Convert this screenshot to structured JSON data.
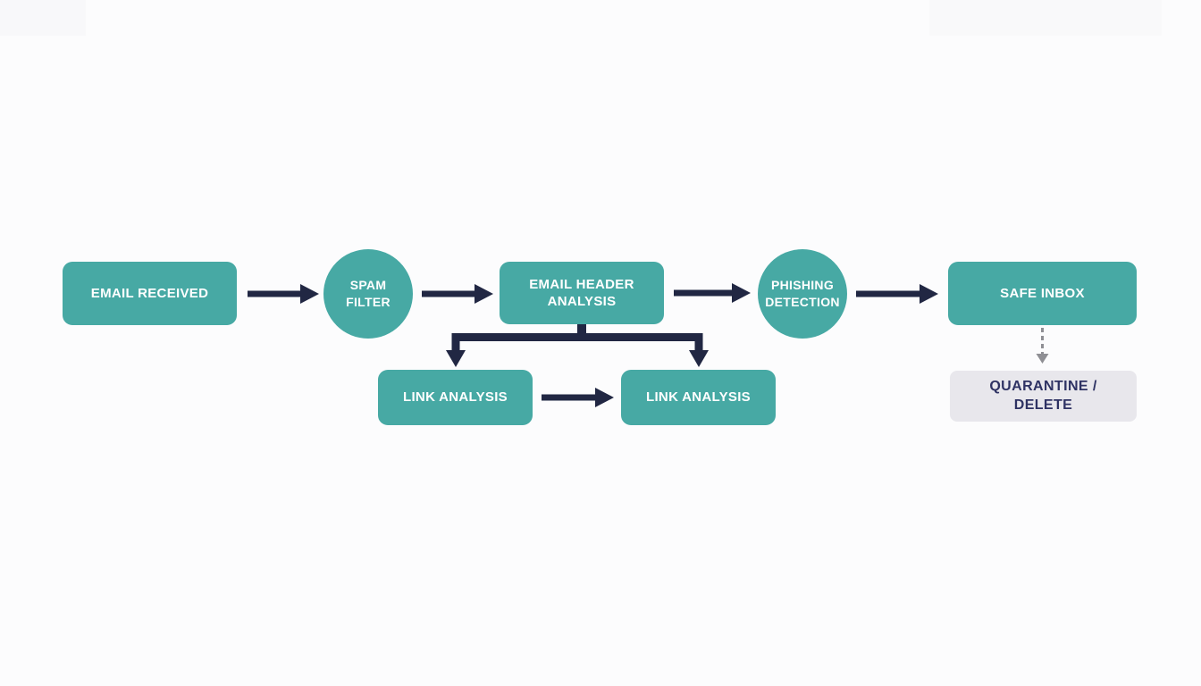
{
  "diagram": {
    "type": "flowchart",
    "topic": "email security filtering pipeline",
    "nodes": {
      "email_received": {
        "label": "EMAIL RECEIVED",
        "shape": "rounded-rect",
        "fill": "#47a9a4",
        "text_color": "#ffffff"
      },
      "spam_filter": {
        "label": "SPAM FILTER",
        "shape": "circle",
        "fill": "#47a9a4",
        "text_color": "#ffffff"
      },
      "email_header_analysis": {
        "label": "EMAIL HEADER ANALYSIS",
        "shape": "rounded-rect",
        "fill": "#47a9a4",
        "text_color": "#ffffff"
      },
      "phishing_detection": {
        "label": "PHISHING DETECTION",
        "shape": "circle",
        "fill": "#47a9a4",
        "text_color": "#ffffff"
      },
      "safe_inbox": {
        "label": "SAFE INBOX",
        "shape": "rounded-rect",
        "fill": "#47a9a4",
        "text_color": "#ffffff"
      },
      "link_analysis_left": {
        "label": "LINK ANALYSIS",
        "shape": "rounded-rect",
        "fill": "#47a9a4",
        "text_color": "#ffffff"
      },
      "link_analysis_right": {
        "label": "LINK ANALYSIS",
        "shape": "rounded-rect",
        "fill": "#47a9a4",
        "text_color": "#ffffff"
      },
      "quarantine_delete": {
        "label": "QUARANTINE / DELETE",
        "shape": "rounded-rect",
        "fill": "#e8e7ec",
        "text_color": "#2e3263"
      }
    },
    "edges": [
      {
        "from": "email_received",
        "to": "spam_filter",
        "style": "solid-arrow",
        "color": "#212743"
      },
      {
        "from": "spam_filter",
        "to": "email_header_analysis",
        "style": "solid-arrow",
        "color": "#212743"
      },
      {
        "from": "email_header_analysis",
        "to": "phishing_detection",
        "style": "solid-arrow",
        "color": "#212743"
      },
      {
        "from": "phishing_detection",
        "to": "safe_inbox",
        "style": "solid-arrow",
        "color": "#212743"
      },
      {
        "from": "email_header_analysis",
        "to": "link_analysis_left",
        "style": "branch-arrow",
        "color": "#212743"
      },
      {
        "from": "email_header_analysis",
        "to": "link_analysis_right",
        "style": "branch-arrow",
        "color": "#212743"
      },
      {
        "from": "link_analysis_left",
        "to": "link_analysis_right",
        "style": "solid-arrow",
        "color": "#212743"
      },
      {
        "from": "safe_inbox",
        "to": "quarantine_delete",
        "style": "dashed-arrow",
        "color": "#8f8f94"
      }
    ],
    "colors": {
      "node_teal": "#47a9a4",
      "arrow_navy": "#212743",
      "quarantine_bg": "#e8e7ec",
      "quarantine_text": "#2e3263",
      "dashed_gray": "#8f8f94",
      "background": "#fcfcfd"
    }
  }
}
